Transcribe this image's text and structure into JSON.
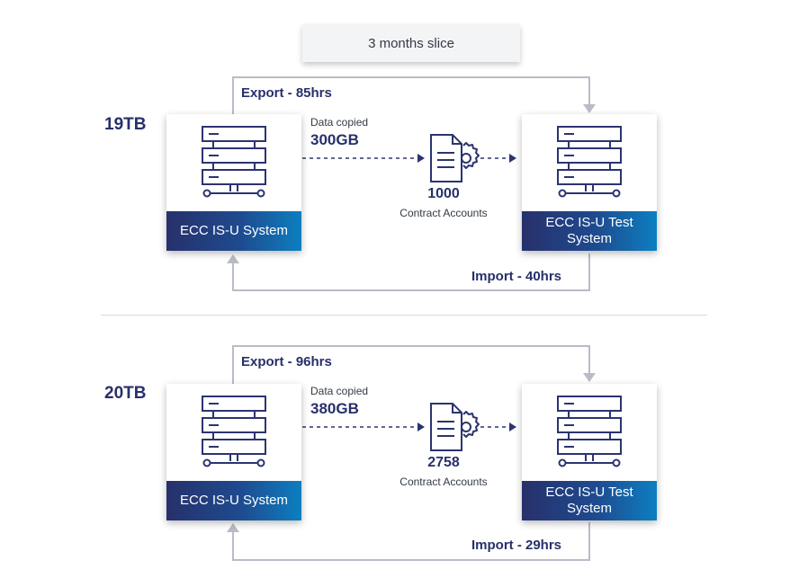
{
  "header": {
    "slice_label": "3 months slice"
  },
  "scenarios": [
    {
      "size": "19TB",
      "export_label": "Export - 85hrs",
      "import_label": "Import - 40hrs",
      "data_copied_label": "Data copied",
      "data_copied_size": "300GB",
      "accounts_count": "1000",
      "accounts_label": "Contract Accounts",
      "source_system": "ECC IS-U System",
      "target_system": "ECC IS-U Test System"
    },
    {
      "size": "20TB",
      "export_label": "Export - 96hrs",
      "import_label": "Import - 29hrs",
      "data_copied_label": "Data copied",
      "data_copied_size": "380GB",
      "accounts_count": "2758",
      "accounts_label": "Contract Accounts",
      "source_system": "ECC IS-U System",
      "target_system": "ECC IS-U Test System"
    }
  ],
  "colors": {
    "primary_navy": "#27306b",
    "accent_blue": "#0c7fc0",
    "connector_gray": "#b9bcc6",
    "icon_navy": "#2b3470"
  }
}
